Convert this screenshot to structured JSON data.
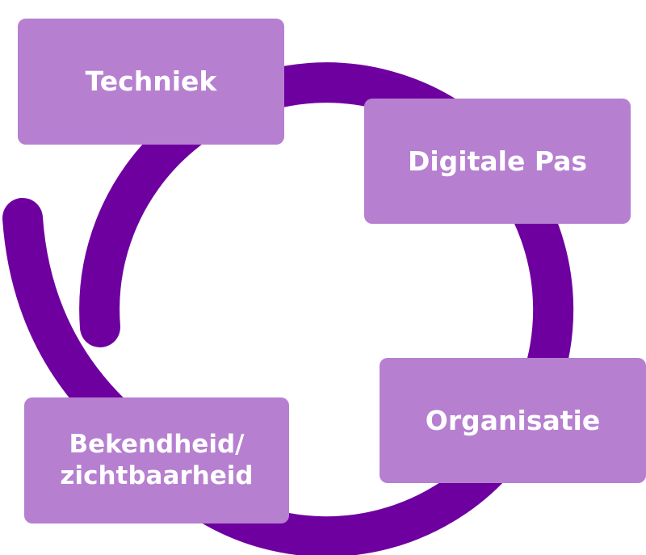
{
  "colors": {
    "ring": "#6E00A0",
    "box_fill": "#B67FD0",
    "box_text": "#FFFFFF",
    "background": "#FFFFFF"
  },
  "boxes": {
    "techniek": {
      "label": "Techniek"
    },
    "digitale_pas": {
      "label": "Digitale Pas"
    },
    "organisatie": {
      "label": "Organisatie"
    },
    "bekendheid": {
      "line1": "Bekendheid/",
      "line2": "zichtbaarheid"
    }
  }
}
